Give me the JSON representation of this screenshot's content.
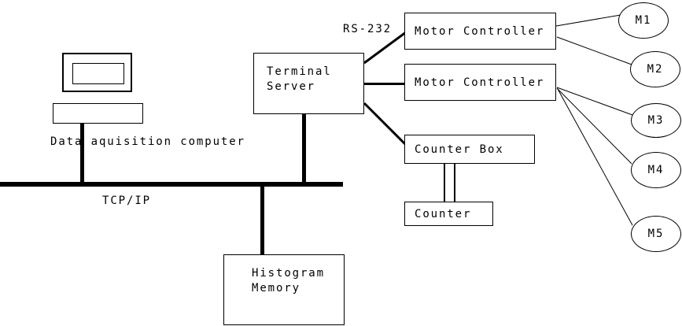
{
  "diagram": {
    "computer_label": "Data aquisition computer",
    "bus_label": "TCP/IP",
    "serial_label": "RS-232",
    "terminal_server_label": "Terminal\nServer",
    "motor_controller_1_label": "Motor Controller",
    "motor_controller_2_label": "Motor Controller",
    "counter_box_label": "Counter Box",
    "counter_label": "Counter",
    "histogram_memory_label": "Histogram\nMemory",
    "motors": [
      {
        "label": "M1"
      },
      {
        "label": "M2"
      },
      {
        "label": "M3"
      },
      {
        "label": "M4"
      },
      {
        "label": "M5"
      }
    ]
  },
  "colors": {
    "line": "#000000",
    "background": "#ffffff"
  }
}
